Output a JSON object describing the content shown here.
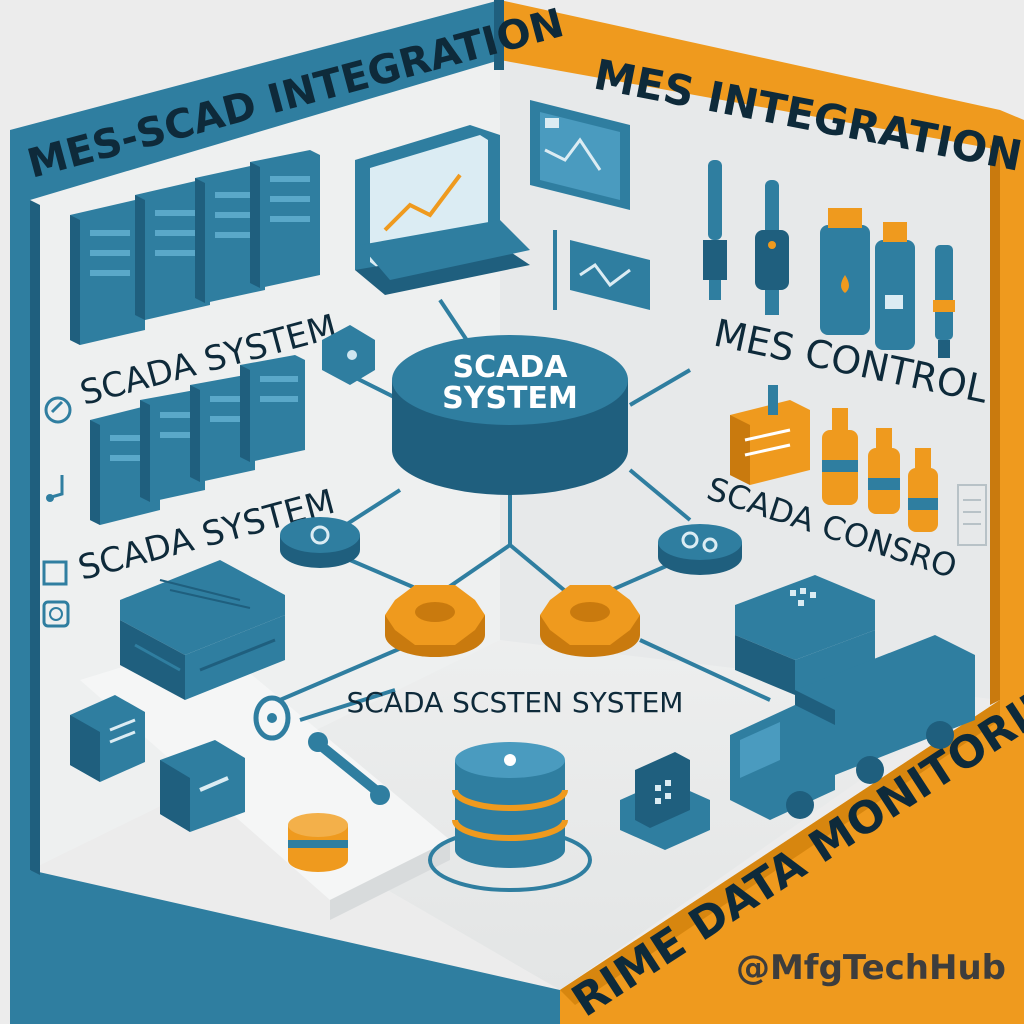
{
  "colors": {
    "blue": "#2f7ea0",
    "blue_dark": "#1f5f7e",
    "blue_light": "#4a9bbf",
    "orange": "#ef9a1e",
    "orange_dark": "#c97a0e",
    "text_dark": "#0e2a3a",
    "floor": "#e9ebeb"
  },
  "banners": {
    "left": "MES-SCAD INTEGRATION",
    "right": "MES INTEGRATION",
    "bottom": "RIME DATA MONITORING"
  },
  "labels": {
    "hub": [
      "SCADA",
      "SYSTEM"
    ],
    "left_top": "SCADA SYSTEM",
    "left_mid": "SCADA SYSTEM",
    "right_top": "MES CONTROL",
    "right_mid": "SCADA CONSRO",
    "center_bottom": "SCADA SCSTEN  SYSTEM"
  },
  "watermark": "@MfgTechHub",
  "icons": [
    "server-rack-icon",
    "laptop-chart-icon",
    "monitor-chart-icon",
    "sensor-icon",
    "tank-icon",
    "bottle-icon",
    "gear-icon",
    "database-icon",
    "truck-icon",
    "wrench-icon",
    "control-panel-icon",
    "router-icon"
  ]
}
